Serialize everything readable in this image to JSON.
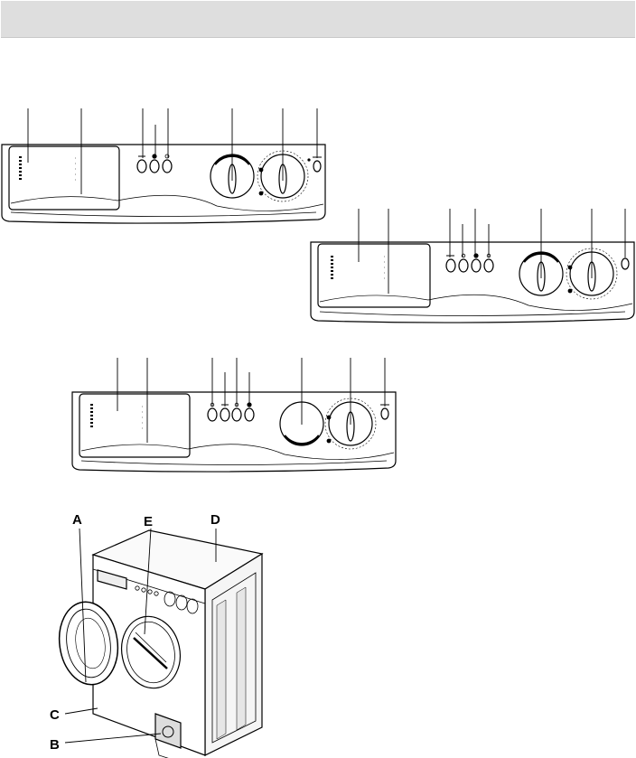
{
  "page": {
    "background": "#ffffff",
    "header_color": "#dedede"
  },
  "callouts": {
    "a": "A",
    "b": "B",
    "c": "C",
    "d": "D",
    "e": "E"
  },
  "panels": [
    {
      "variant": "three-button-panel",
      "button_count": 3,
      "dial_count": 2
    },
    {
      "variant": "four-button-panel-b",
      "button_count": 4,
      "dial_count": 2
    },
    {
      "variant": "four-button-panel-c",
      "button_count": 4,
      "dial_count": 2
    }
  ]
}
